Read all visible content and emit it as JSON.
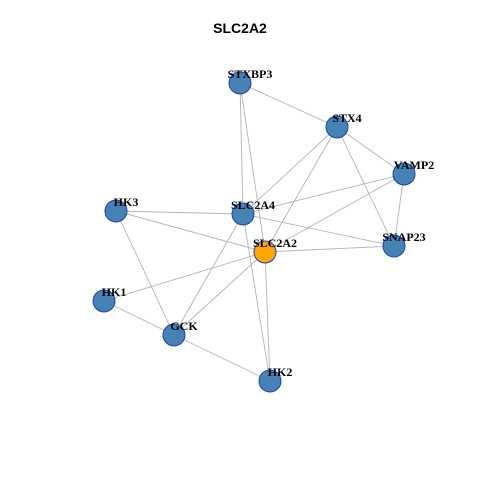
{
  "title": "SLC2A2",
  "colors": {
    "node_default": "#4682B4",
    "node_default_stroke": "#1c3fbf",
    "node_focus": "#FFA500",
    "edge": "#b3b3b3"
  },
  "nodes": [
    {
      "id": "STXBP3",
      "label": "STXBP3",
      "focus": false
    },
    {
      "id": "STX4",
      "label": "STX4",
      "focus": false
    },
    {
      "id": "VAMP2",
      "label": "VAMP2",
      "focus": false
    },
    {
      "id": "HK3",
      "label": "HK3",
      "focus": false
    },
    {
      "id": "SLC2A4",
      "label": "SLC2A4",
      "focus": false
    },
    {
      "id": "SLC2A2",
      "label": "SLC2A2",
      "focus": true
    },
    {
      "id": "SNAP23",
      "label": "SNAP23",
      "focus": false
    },
    {
      "id": "HK1",
      "label": "HK1",
      "focus": false
    },
    {
      "id": "GCK",
      "label": "GCK",
      "focus": false
    },
    {
      "id": "HK2",
      "label": "HK2",
      "focus": false
    }
  ],
  "edges": [
    [
      "STXBP3",
      "STX4"
    ],
    [
      "STXBP3",
      "SLC2A4"
    ],
    [
      "STXBP3",
      "SLC2A2"
    ],
    [
      "STX4",
      "VAMP2"
    ],
    [
      "STX4",
      "SLC2A4"
    ],
    [
      "STX4",
      "SLC2A2"
    ],
    [
      "STX4",
      "SNAP23"
    ],
    [
      "VAMP2",
      "SLC2A4"
    ],
    [
      "VAMP2",
      "SLC2A2"
    ],
    [
      "VAMP2",
      "SNAP23"
    ],
    [
      "HK3",
      "SLC2A4"
    ],
    [
      "HK3",
      "SLC2A2"
    ],
    [
      "HK3",
      "GCK"
    ],
    [
      "SLC2A4",
      "SNAP23"
    ],
    [
      "SLC2A4",
      "GCK"
    ],
    [
      "SLC2A4",
      "HK2"
    ],
    [
      "SLC2A2",
      "SNAP23"
    ],
    [
      "SLC2A2",
      "HK1"
    ],
    [
      "SLC2A2",
      "GCK"
    ],
    [
      "SLC2A2",
      "HK2"
    ],
    [
      "HK1",
      "GCK"
    ],
    [
      "GCK",
      "HK2"
    ]
  ]
}
